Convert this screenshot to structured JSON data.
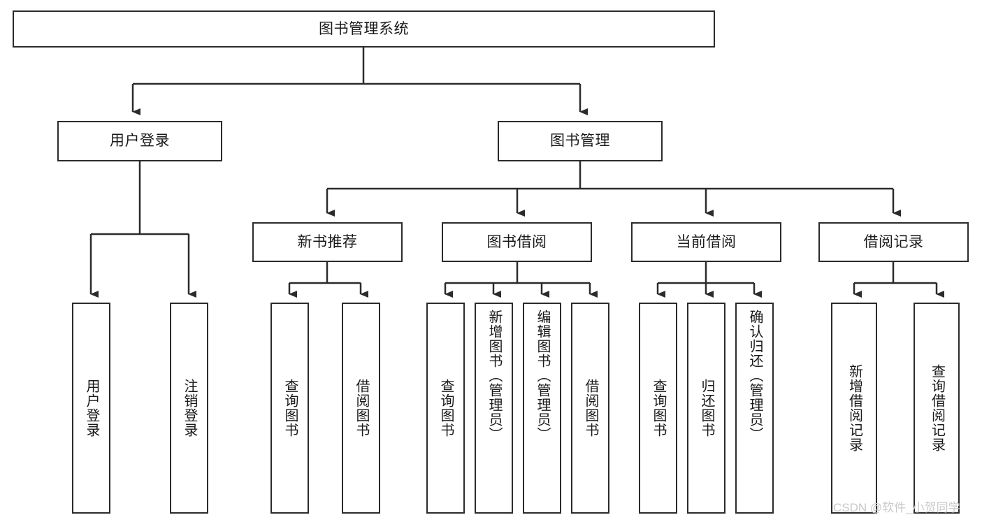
{
  "diagram": {
    "type": "hierarchy-tree",
    "title": "图书管理系统",
    "watermark": "CSDN @软件_小贺同学",
    "colors": {
      "background": "#ffffff",
      "box_border": "#2b2b2b",
      "box_fill": "#ffffff",
      "connector": "#2b2b2b",
      "text": "#1a1a1a",
      "watermark": "#c9c9c9"
    },
    "root": {
      "label": "图书管理系统"
    },
    "level2": [
      {
        "label": "用户登录"
      },
      {
        "label": "图书管理"
      }
    ],
    "level3": [
      {
        "label": "新书推荐"
      },
      {
        "label": "图书借阅"
      },
      {
        "label": "当前借阅"
      },
      {
        "label": "借阅记录"
      }
    ],
    "leaves": {
      "user_login": [
        {
          "label": "用户登录"
        },
        {
          "label": "注销登录"
        }
      ],
      "new_book": [
        {
          "label": "查询图书"
        },
        {
          "label": "借阅图书"
        }
      ],
      "book_borrow": [
        {
          "label": "查询图书"
        },
        {
          "label": "新增图书（管理员）"
        },
        {
          "label": "编辑图书（管理员）"
        },
        {
          "label": "借阅图书"
        }
      ],
      "current_borrow": [
        {
          "label": "查询图书"
        },
        {
          "label": "归还图书"
        },
        {
          "label": "确认归还（管理员）"
        }
      ],
      "borrow_record": [
        {
          "label": "新增借阅记录"
        },
        {
          "label": "查询借阅记录"
        }
      ]
    }
  }
}
